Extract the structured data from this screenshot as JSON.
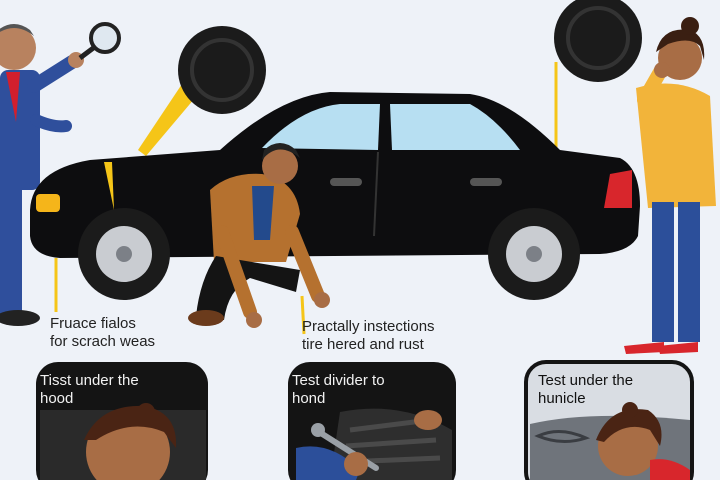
{
  "captions": {
    "left": [
      "Fruace fialos",
      "for scrach weas"
    ],
    "center": [
      "Practally instections",
      "tire hered and rust"
    ]
  },
  "panels": [
    {
      "label": [
        "Tisst under the",
        "hood"
      ]
    },
    {
      "label": [
        "Test divider to",
        "hond"
      ]
    },
    {
      "label": [
        "Test under the",
        "hunicle"
      ]
    }
  ],
  "colors": {
    "background": "#eef2f8",
    "car_body": "#0d0d0f",
    "tire": "#1b1b1b",
    "suit": "#2f4f9c",
    "jacket": "#b5712f",
    "sweater": "#f2b43a",
    "pants": "#2c4f9a",
    "indicator": "#f5c518",
    "taillight": "#d8262c",
    "headlight": "#f5b51a"
  }
}
